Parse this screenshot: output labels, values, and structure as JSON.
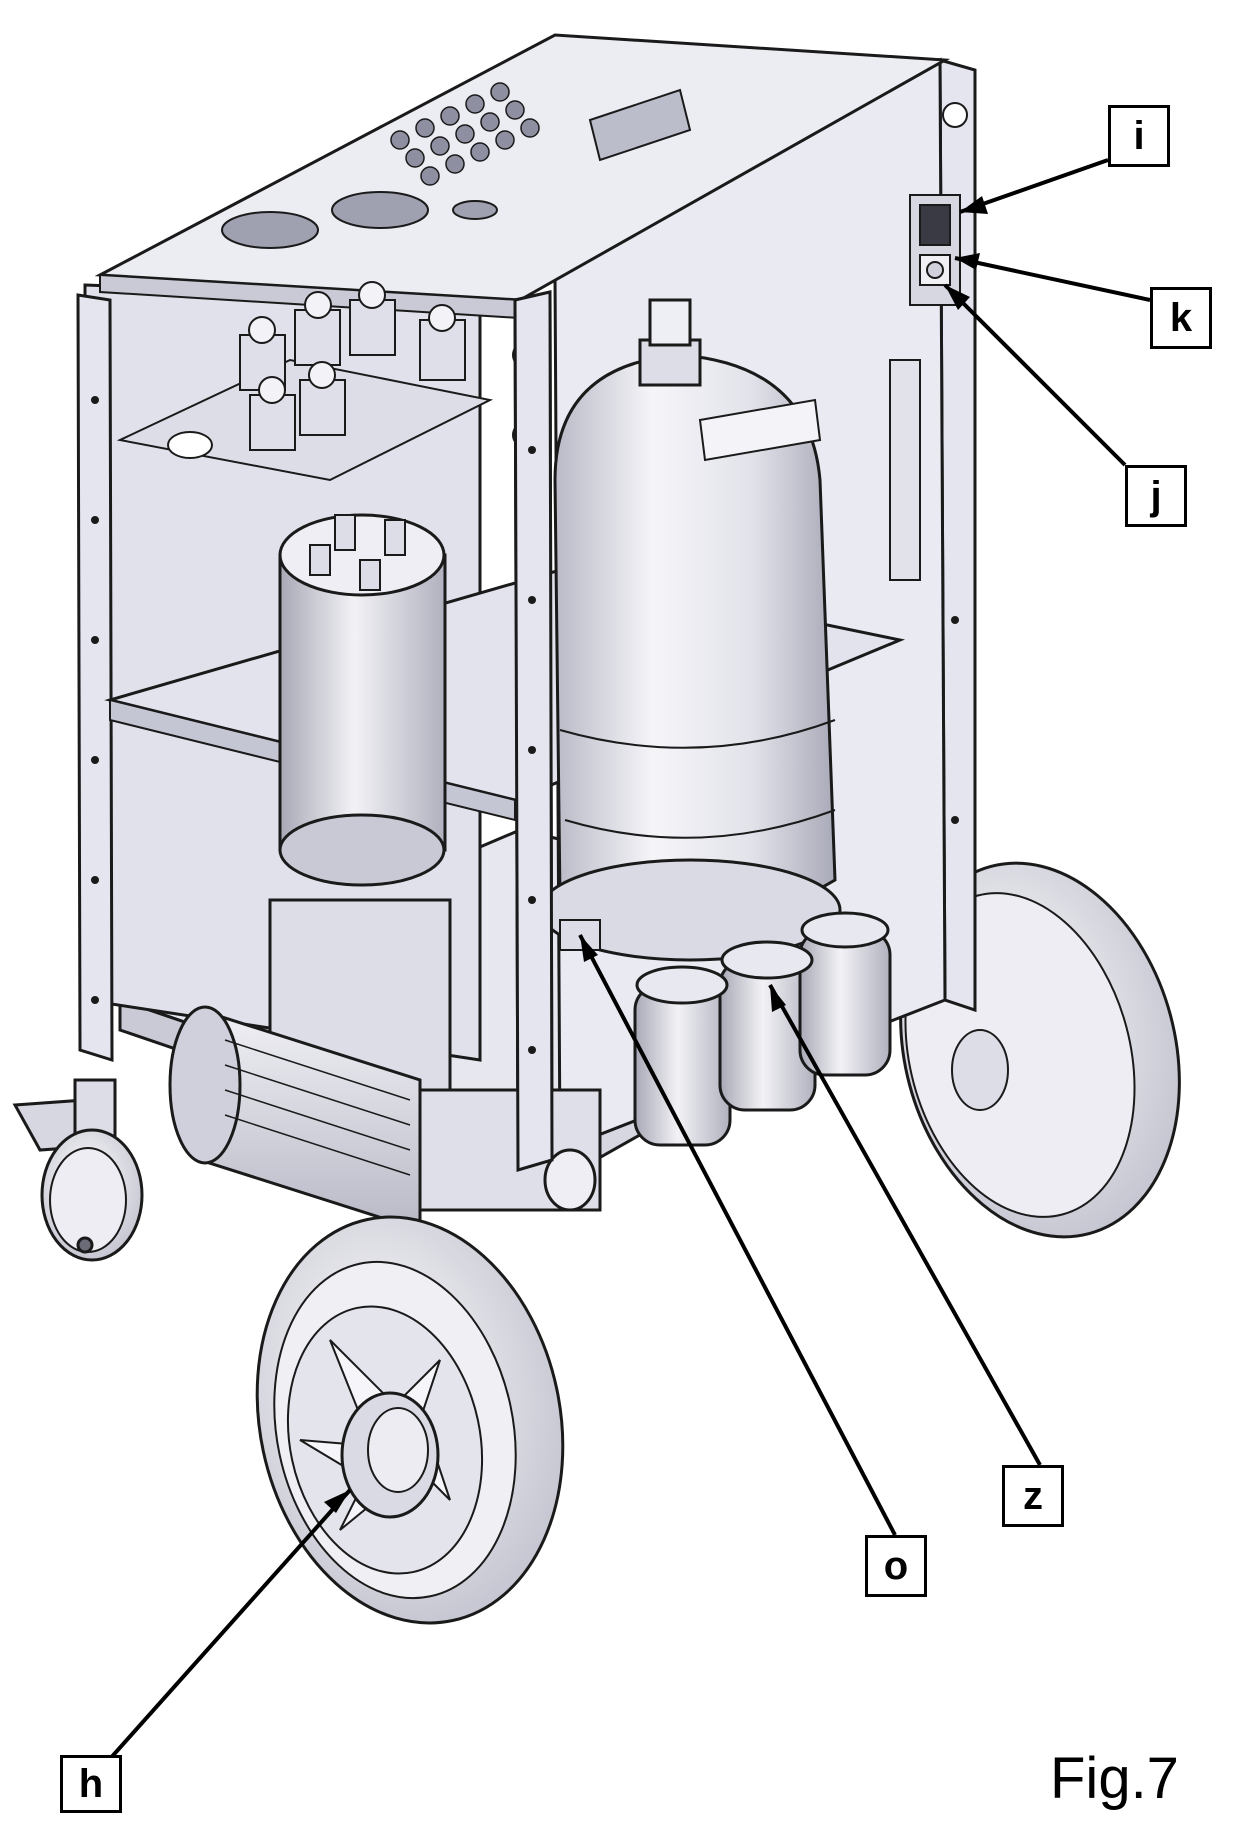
{
  "figure": {
    "caption": "Fig.7"
  },
  "callouts": [
    {
      "id": "i",
      "label": "i"
    },
    {
      "id": "k",
      "label": "k"
    },
    {
      "id": "j",
      "label": "j"
    },
    {
      "id": "z",
      "label": "z"
    },
    {
      "id": "o",
      "label": "o"
    },
    {
      "id": "h",
      "label": "h"
    }
  ],
  "colors": {
    "frame_fill": "#e9eaf2",
    "frame_shade": "#c9cad6",
    "metal_light": "#f4f4f8",
    "metal_mid": "#d8d9e2",
    "outline": "#1a1a1a",
    "callout_line": "#000000"
  }
}
